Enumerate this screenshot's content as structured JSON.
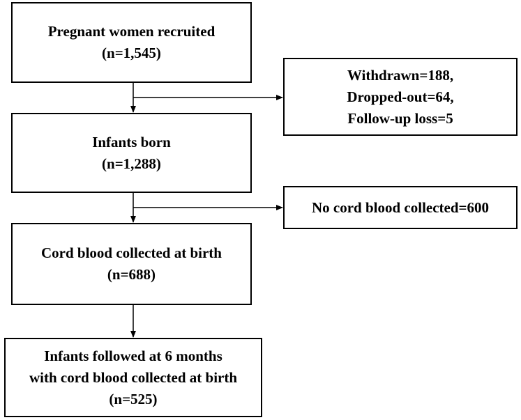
{
  "flowchart": {
    "main_boxes": [
      {
        "lines": [
          "Pregnant women recruited",
          "(n=1,545)"
        ]
      },
      {
        "lines": [
          "Infants born",
          "(n=1,288)"
        ]
      },
      {
        "lines": [
          "Cord blood collected at birth",
          "(n=688)"
        ]
      },
      {
        "lines": [
          "Infants followed at 6 months",
          "with cord blood collected at birth",
          "(n=525)"
        ]
      }
    ],
    "exclusion_boxes": [
      {
        "lines": [
          "Withdrawn=188,",
          "Dropped-out=64,",
          "Follow-up loss=5"
        ]
      },
      {
        "lines": [
          "No cord blood collected=600"
        ]
      }
    ]
  }
}
